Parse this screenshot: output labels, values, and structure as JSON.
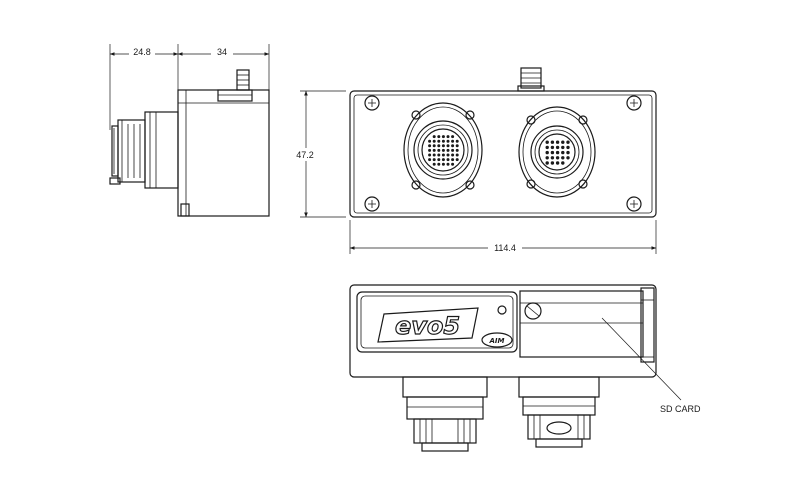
{
  "dimensions": {
    "side_depth": "24.8",
    "side_body": "34",
    "height": "47.2",
    "width": "114.4"
  },
  "labels": {
    "sd_card": "SD CARD",
    "logo": "evo5",
    "brand_badge": "AIM"
  }
}
